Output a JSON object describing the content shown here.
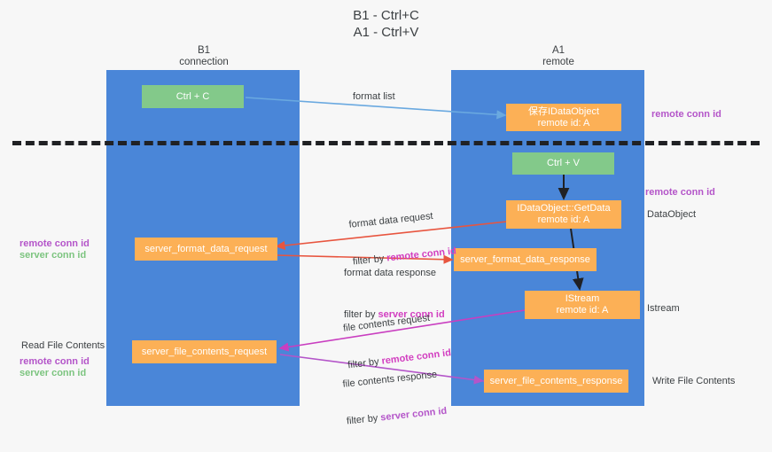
{
  "title": {
    "line1": "B1 - Ctrl+C",
    "line2": "A1 - Ctrl+V"
  },
  "columns": [
    {
      "name": "B1",
      "sub": "connection"
    },
    {
      "name": "A1",
      "sub": "remote"
    }
  ],
  "nodes": {
    "ctrl_c": "Ctrl + C",
    "ctrl_v": "Ctrl + V",
    "save_idataobject_l1": "保存IDataObject",
    "save_idataobject_l2": "remote id: A",
    "getdata_l1": "IDataObject::GetData",
    "getdata_l2": "remote id: A",
    "istream_l1": "IStream",
    "istream_l2": "remote id: A",
    "server_format_data_request": "server_format_data_request",
    "server_format_data_response": "server_format_data_response",
    "server_file_contents_request": "server_file_contents_request",
    "server_file_contents_response": "server_file_contents_response"
  },
  "side_labels": {
    "remote_conn_id_top": "remote conn id",
    "remote_conn_id_mid": "remote conn id",
    "dataobject": "DataObject",
    "istream": "Istream",
    "write_file_contents": "Write File Contents",
    "read_file_contents": "Read File Contents",
    "left_remote_conn_id": "remote conn id",
    "left_server_conn_id": "server conn id",
    "left_remote_conn_id2": "remote conn id",
    "left_server_conn_id2": "server conn id"
  },
  "edges": [
    {
      "id": "format-list",
      "label": "format list",
      "filter_prefix": "",
      "filter_value": "",
      "color": "#6aa9e0"
    },
    {
      "id": "format-data-request",
      "label": "format data request",
      "filter_prefix": "filter by ",
      "filter_value": "remote conn id",
      "color": "#e8553f"
    },
    {
      "id": "format-data-response",
      "label": "format data response",
      "filter_prefix": "filter by ",
      "filter_value": "server conn id",
      "color": "#e8553f"
    },
    {
      "id": "file-contents-request",
      "label": "file contents request",
      "filter_prefix": "filter by ",
      "filter_value": "remote conn id",
      "color": "#c93ec0"
    },
    {
      "id": "file-contents-response",
      "label": "file contents response",
      "filter_prefix": "filter by ",
      "filter_value": "server conn id",
      "color": "#b455c9"
    }
  ],
  "colors": {
    "lane": "#4a86d8",
    "green": "#83c98a",
    "orange": "#fcb056",
    "divider": "#202124",
    "magenta": "#d23ec0",
    "purple": "#b455c9",
    "green_text": "#7cc47f",
    "red_arrow": "#e8553f",
    "blue_arrow": "#6aa9e0",
    "background": "#f7f7f7"
  }
}
